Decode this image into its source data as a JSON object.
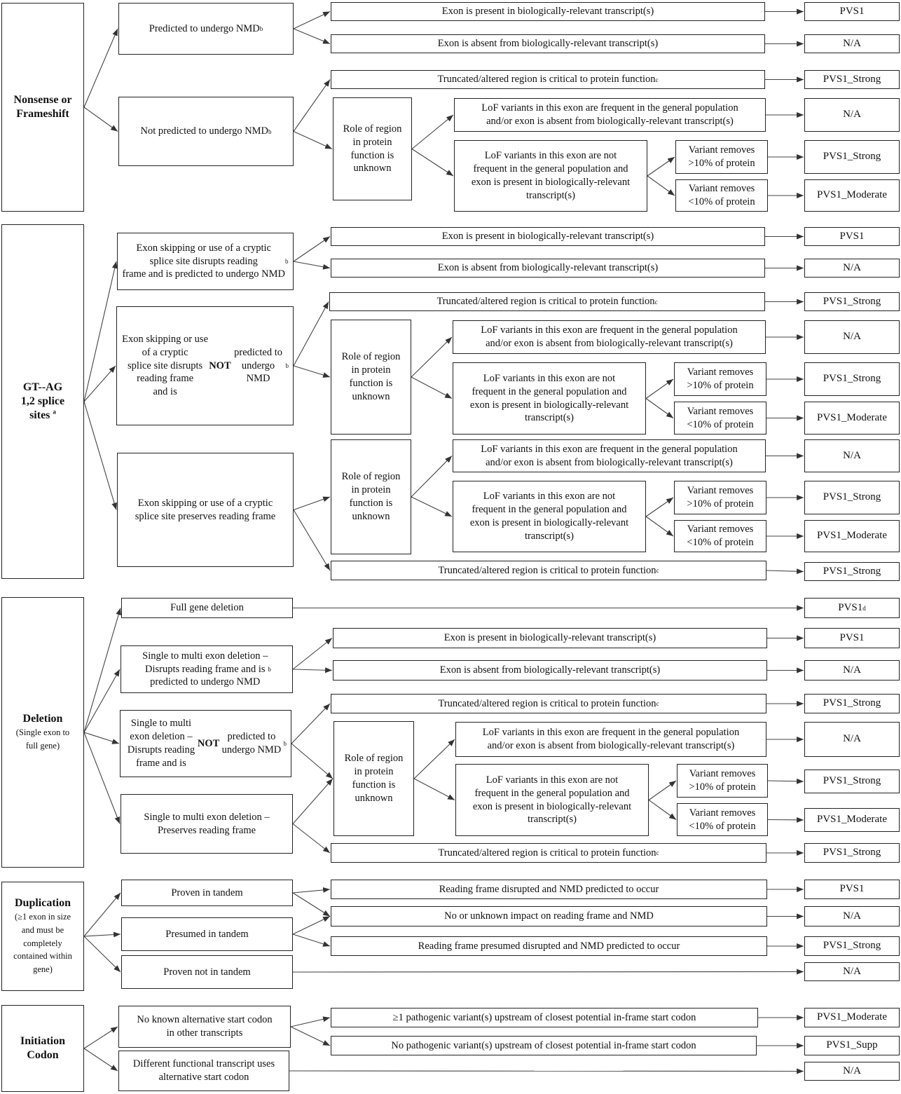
{
  "nodes": {
    "nf": "<b>Nonsense or<br>Frameshift</b>",
    "nf_nmd": "Predicted to undergo NMD <sup>b</sup>",
    "nf_nmd_p": "Exon is present in biologically-relevant transcript(s)",
    "nf_nmd_p_o": "PVS1",
    "nf_nmd_a": "Exon is absent from biologically-relevant transcript(s)",
    "nf_nmd_a_o": "N/A",
    "nf_nonmd": "Not predicted to undergo NMD <sup>b</sup>",
    "nf_crit": "Truncated/altered region is critical to protein function <sup>c</sup>",
    "nf_crit_o": "PVS1_Strong",
    "nf_role": "Role of region<br>in protein<br>function is<br>unknown",
    "nf_freq": "LoF variants in this exon are frequent in the general population<br>and/or exon is absent from biologically-relevant transcript(s)",
    "nf_freq_o": "N/A",
    "nf_nfreq": "LoF variants in this exon are not<br>frequent in the general population and<br>exon is present in biologically-relevant<br>transcript(s)",
    "nf_gt": "Variant removes<br>&gt;10% of protein",
    "nf_gt_o": "PVS1_Strong",
    "nf_lt": "Variant removes<br>&lt;10% of protein",
    "nf_lt_o": "PVS1_Moderate",
    "sp": "<b>GT--AG<br>1,2 splice<br>sites <sup>a</sup></b>",
    "sp_nmd": "Exon skipping or use of a cryptic<br>splice site disrupts reading<br>frame and is predicted to undergo NMD <sup>b</sup>",
    "sp_nmd_p": "Exon is present in biologically-relevant transcript(s)",
    "sp_nmd_p_o": "PVS1",
    "sp_nmd_a": "Exon is absent from biologically-relevant transcript(s)",
    "sp_nmd_a_o": "N/A",
    "sp_nonmd": "Exon skipping or use of a cryptic<br>splice site disrupts reading frame<br>and is <b>NOT</b> predicted to undergo<br>NMD <sup>b</sup>",
    "sp_crit1": "Truncated/altered region is critical to protein function <sup>c</sup>",
    "sp_crit1_o": "PVS1_Strong",
    "sp_role1": "Role of region<br>in protein<br>function is<br>unknown",
    "sp_freq1": "LoF variants in this exon are frequent in the general population<br>and/or exon is absent from biologically-relevant transcript(s)",
    "sp_freq1_o": "N/A",
    "sp_nfreq1": "LoF variants in this exon are not<br>frequent in the general population and<br>exon is present in biologically-relevant<br>transcript(s)",
    "sp_gt1": "Variant removes<br>&gt;10% of protein",
    "sp_gt1_o": "PVS1_Strong",
    "sp_lt1": "Variant removes<br>&lt;10% of protein",
    "sp_lt1_o": "PVS1_Moderate",
    "sp_pres": "Exon skipping or use of a cryptic<br>splice site preserves reading frame",
    "sp_role2": "Role of region<br>in protein<br>function is<br>unknown",
    "sp_freq2": "LoF variants in this exon are frequent in the general population<br>and/or exon is absent from biologically-relevant transcript(s)",
    "sp_freq2_o": "N/A",
    "sp_nfreq2": "LoF variants in this exon are not<br>frequent in the general population and<br>exon is present in biologically-relevant<br>transcript(s)",
    "sp_gt2": "Variant removes<br>&gt;10% of protein",
    "sp_gt2_o": "PVS1_Strong",
    "sp_lt2": "Variant removes<br>&lt;10% of protein",
    "sp_lt2_o": "PVS1_Moderate",
    "sp_crit2": "Truncated/altered region is critical to protein function <sup>c</sup>",
    "sp_crit2_o": "PVS1_Strong",
    "de": "<div><b>Deletion</b><br><small>(Single exon to<br>full gene)</small></div>",
    "de_full": "Full gene deletion",
    "de_full_o": "PVS1 <sup>d</sup>",
    "de_nmd": "Single to multi exon deletion –<br>Disrupts reading frame and is<br>predicted to undergo NMD <sup>b</sup>",
    "de_nmd_p": "Exon is present in biologically-relevant transcript(s)",
    "de_nmd_p_o": "PVS1",
    "de_nmd_a": "Exon is absent from biologically-relevant transcript(s)",
    "de_nmd_a_o": "N/A",
    "de_nonmd": "Single to multi exon deletion –<br>Disrupts reading frame and is<br><b>NOT</b> predicted to undergo NMD <sup>b</sup>",
    "de_crit1": "Truncated/altered region is critical to protein function <sup>c</sup>",
    "de_crit1_o": "PVS1_Strong",
    "de_role": "Role of region<br>in protein<br>function is<br>unknown",
    "de_freq": "LoF variants in this exon are frequent in the general population<br>and/or exon is absent from biologically-relevant transcript(s)",
    "de_freq_o": "N/A",
    "de_nfreq": "LoF variants in this exon are not<br>frequent in the general population and<br>exon is present in biologically-relevant<br>transcript(s)",
    "de_gt": "Variant removes<br>&gt;10% of protein",
    "de_gt_o": "PVS1_Strong",
    "de_lt": "Variant removes<br>&lt;10% of protein",
    "de_lt_o": "PVS1_Moderate",
    "de_pres": "Single to multi exon deletion –<br>Preserves reading frame",
    "de_crit2": "Truncated/altered region is critical to protein function <sup>c</sup>",
    "de_crit2_o": "PVS1_Strong",
    "du": "<div><b>Duplication</b><br><small>(≥1 exon in size<br>and must be<br>completely<br>contained within<br>gene)</small></div>",
    "du_prov": "Proven in tandem",
    "du_pres": "Presumed in tandem",
    "du_not": "Proven not in tandem",
    "du_rf": "Reading frame disrupted and NMD predicted to occur",
    "du_rf_o": "PVS1",
    "du_no": "No or unknown impact on reading frame and NMD",
    "du_no_o": "N/A",
    "du_rfp": "Reading frame presumed disrupted and NMD predicted to occur",
    "du_rfp_o": "PVS1_Strong",
    "du_not_o": "N/A",
    "ic": "<b>Initiation<br>Codon</b>",
    "ic_noalt": "No known alternative start codon<br>in other transcripts",
    "ic_alt": "Different functional transcript uses<br>alternative start codon",
    "ic_path": "≥1 pathogenic variant(s) upstream of closest potential in-frame start codon",
    "ic_path_o": "PVS1_Moderate",
    "ic_nopath": "No pathogenic variant(s) upstream of closest potential in-frame start codon",
    "ic_nopath_o": "PVS1_Supp",
    "ic_alt_o": "N/A"
  }
}
